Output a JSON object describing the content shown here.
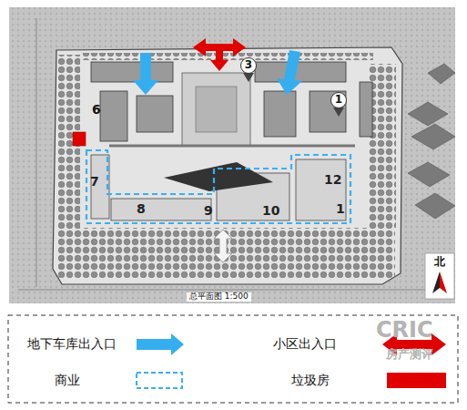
{
  "diagram": {
    "nodes": [
      {
        "text": [
          "3"
        ]
      },
      {
        "text": [
          "1"
        ]
      },
      {
        "text": [
          "北"
        ]
      }
    ],
    "labels": [
      "6",
      "7",
      "8",
      "9",
      "10",
      "12",
      "1",
      "总平面图 1:500",
      "CRIC",
      "房产测评"
    ],
    "legend": [
      {
        "text": "地下车库出入口"
      },
      {
        "text": "小区出入口"
      },
      {
        "text": "商业"
      },
      {
        "text": "垃圾房",
        "color": "#e00000"
      }
    ]
  }
}
